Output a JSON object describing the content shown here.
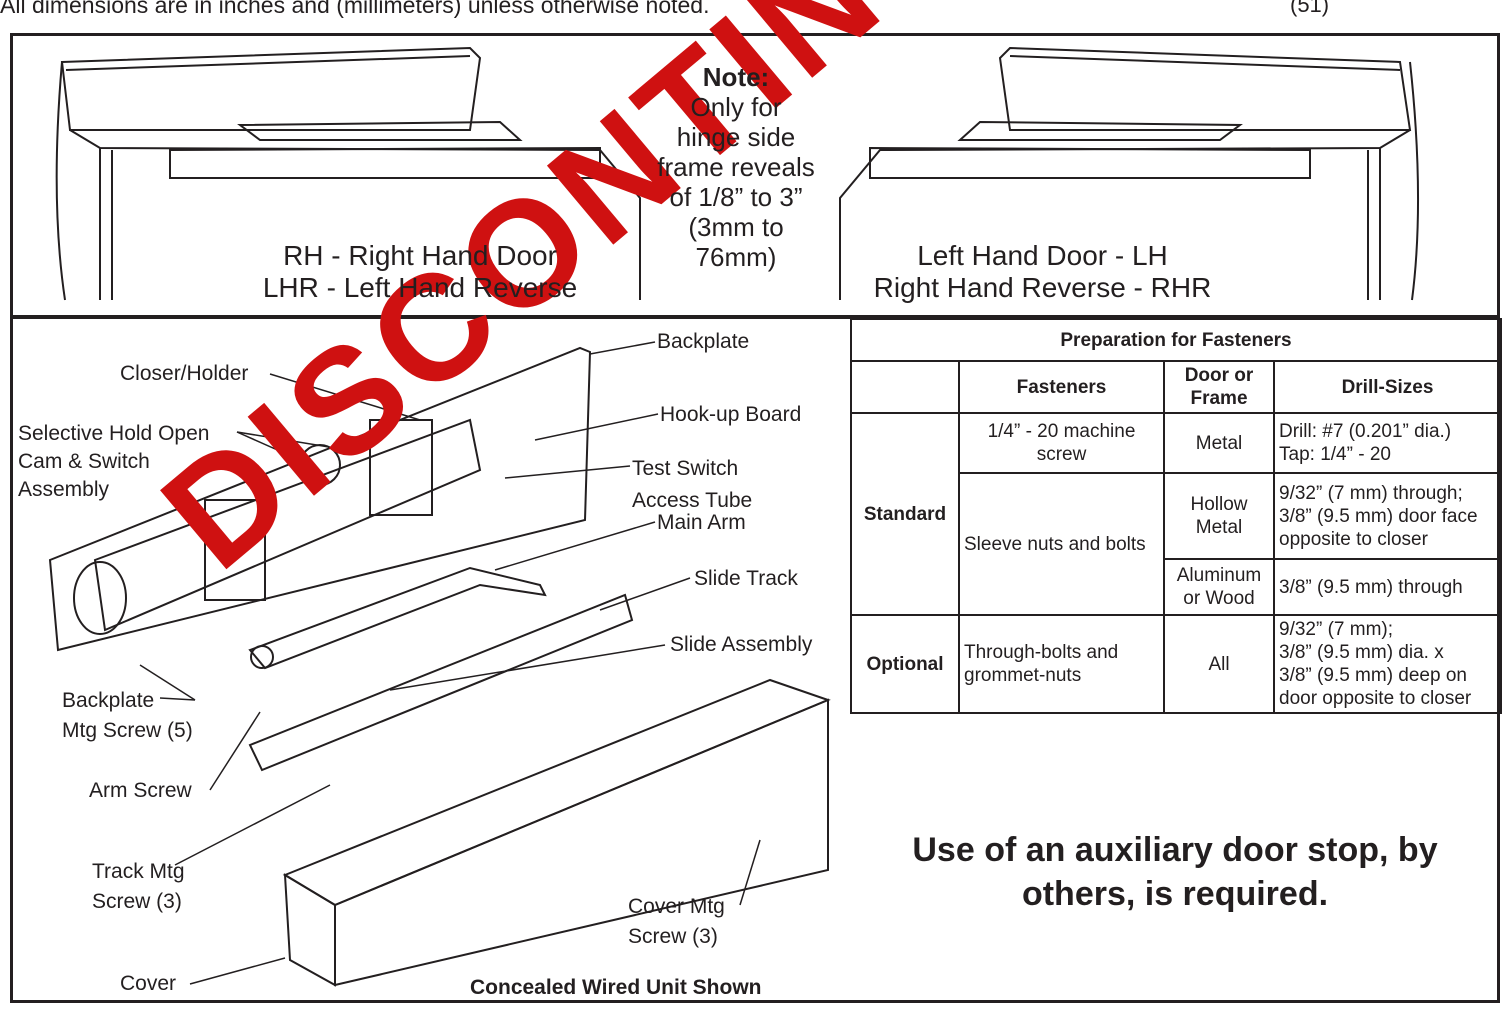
{
  "header": {
    "dimensions_note": "All dimensions are in inches and (millimeters) unless otherwise noted.",
    "top_right_fragment": "(51)"
  },
  "top_panel": {
    "right_hand_label_1": "RH - Right Hand Door",
    "right_hand_label_2": "LHR - Left Hand Reverse",
    "note_title": "Note:",
    "note_lines": [
      "Only for",
      "hinge side",
      "frame reveals",
      "of 1/8” to 3”",
      "(3mm to",
      "76mm)"
    ],
    "left_hand_label_1": "Left Hand Door - LH",
    "left_hand_label_2": "Right Hand Reverse - RHR"
  },
  "callouts": {
    "backplate": "Backplate",
    "closer_holder": "Closer/Holder",
    "selective_1": "Selective Hold Open",
    "selective_2": "Cam & Switch",
    "selective_3": "Assembly",
    "hookup_board": "Hook-up Board",
    "test_switch_1": "Test Switch",
    "test_switch_2": "Access Tube",
    "main_arm": "Main Arm",
    "slide_track": "Slide Track",
    "slide_assembly": "Slide Assembly",
    "backplate_screw_1": "Backplate",
    "backplate_screw_2": "Mtg Screw (5)",
    "arm_screw": "Arm Screw",
    "track_screw_1": "Track Mtg",
    "track_screw_2": "Screw (3)",
    "cover_screw_1": "Cover Mtg",
    "cover_screw_2": "Screw (3)",
    "cover": "Cover",
    "caption": "Concealed Wired Unit Shown"
  },
  "table": {
    "title": "Preparation for Fasteners",
    "headers": [
      "Fasteners",
      "Door or Frame",
      "Drill-Sizes"
    ],
    "standard_label": "Standard",
    "optional_label": "Optional",
    "rows": [
      {
        "fastener": "1/4” - 20 machine screw",
        "material": "Metal",
        "drill_1": "Drill: #7 (0.201” dia.)",
        "drill_2": "Tap:  1/4” - 20"
      },
      {
        "fastener": "Sleeve nuts and bolts",
        "material": "Hollow Metal",
        "drill_1": "9/32” (7 mm) through;",
        "drill_2": "3/8” (9.5 mm) door face",
        "drill_3": "opposite to closer"
      },
      {
        "material": "Aluminum or Wood",
        "drill_1": "3/8” (9.5 mm) through"
      },
      {
        "fastener": "Through-bolts and grommet-nuts",
        "material": "All",
        "drill_1": "9/32” (7 mm);",
        "drill_2": "3/8” (9.5 mm) dia. x",
        "drill_3": "3/8” (9.5 mm) deep on",
        "drill_4": "door opposite to closer"
      }
    ]
  },
  "notice": "Use of an auxiliary door stop, by others, is required.",
  "watermark": "DISCONTINUED"
}
